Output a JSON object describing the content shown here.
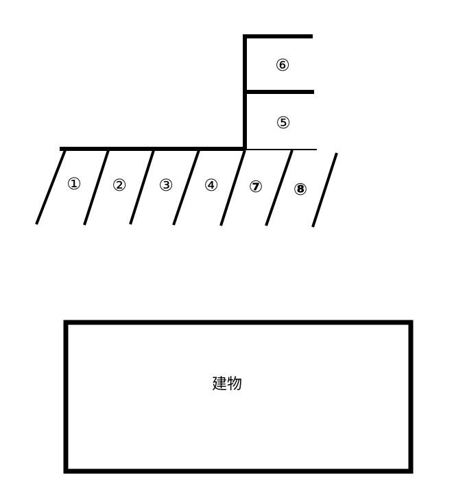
{
  "parking_slots": [
    {
      "id": "1",
      "label": "①"
    },
    {
      "id": "2",
      "label": "②"
    },
    {
      "id": "3",
      "label": "③"
    },
    {
      "id": "4",
      "label": "④"
    },
    {
      "id": "7",
      "label": "⑦"
    },
    {
      "id": "8",
      "label": "⑧"
    },
    {
      "id": "5",
      "label": "⑤"
    },
    {
      "id": "6",
      "label": "⑥"
    }
  ],
  "building": {
    "label": "建物"
  },
  "colors": {
    "line": "#000000",
    "background": "#ffffff"
  }
}
